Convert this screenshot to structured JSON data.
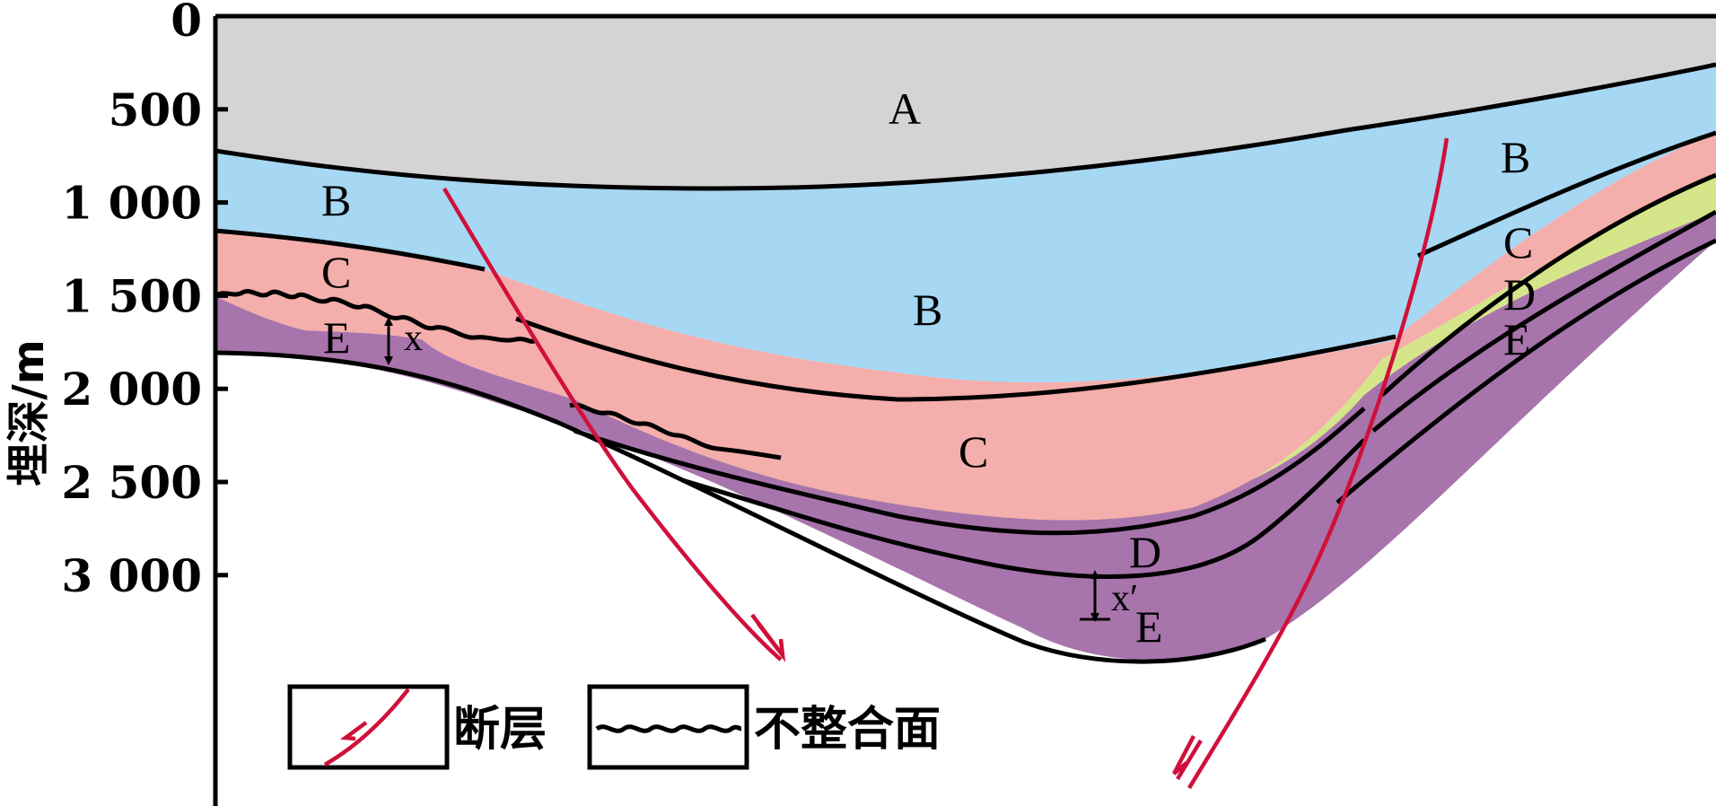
{
  "axis": {
    "title": "埋深/m",
    "ticks": [
      {
        "label": "0",
        "depth": 0
      },
      {
        "label": "500",
        "depth": 500
      },
      {
        "label": "1 000",
        "depth": 1000
      },
      {
        "label": "1 500",
        "depth": 1500
      },
      {
        "label": "2 000",
        "depth": 2000
      },
      {
        "label": "2 500",
        "depth": 2500
      },
      {
        "label": "3 000",
        "depth": 3000
      }
    ]
  },
  "colors": {
    "A": "#d4d4d4",
    "B": "#a6d7f3",
    "C": "#f4aeab",
    "D": "#d5e58a",
    "E": "#a874ac",
    "fault": "#d0103a",
    "line": "#000000"
  },
  "layer_labels": {
    "A": "A",
    "B_left": "B",
    "B_center": "B",
    "B_right": "B",
    "C_left": "C",
    "C_center": "C",
    "C_right": "C",
    "D_center": "D",
    "D_right": "D",
    "E_left": "E",
    "E_center": "E",
    "E_right": "E"
  },
  "thickness_marks": {
    "x": "x",
    "x_prime": "x′"
  },
  "legend": {
    "fault_label": "断层",
    "unconformity_label": "不整合面"
  }
}
